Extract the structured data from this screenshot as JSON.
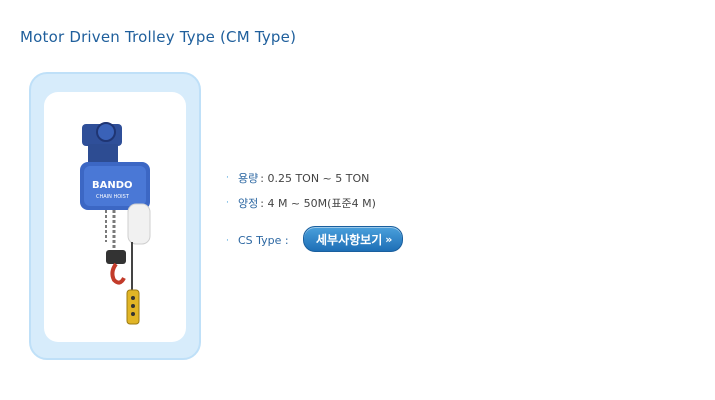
{
  "page": {
    "title": "Motor Driven Trolley Type (CM Type)"
  },
  "product": {
    "image_text_brand": "BANDO",
    "image_text_model": "CHAIN HOIST"
  },
  "specs": {
    "capacity_label": "용량",
    "capacity_value": ": 0.25 TON ~ 5 TON",
    "lift_label": "양정",
    "lift_value": ": 4 M ~ 50M(표준4 M)",
    "cs_label": "CS Type :",
    "detail_button": "세부사항보기",
    "bullet": "·"
  },
  "icons": {
    "chevron": "»"
  },
  "colors": {
    "title": "#1f5f9c",
    "button": "#2a7fc4",
    "frame": "#d7ecfb"
  }
}
